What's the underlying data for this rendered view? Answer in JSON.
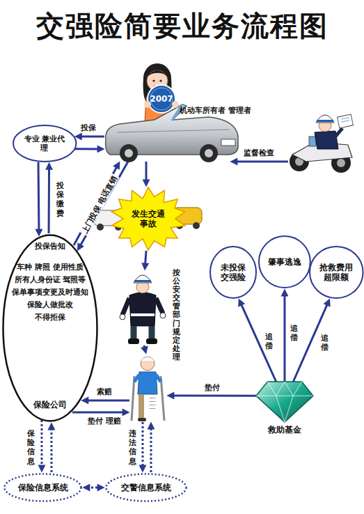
{
  "diagram": {
    "title": "交强险简要业务流程图",
    "nodes": [
      {
        "text": [
          "机动车所有者 管理者"
        ]
      },
      {
        "text": [
          "专业 兼业代理"
        ]
      },
      {
        "text": []
      },
      {
        "text": [
          "发生交通事故"
        ]
      },
      {
        "text": [
          "投保告知",
          "车种 牌照 使用性质",
          "所有人身份证 驾照等",
          "保单事项变更及时通知",
          "保险人做批改",
          "不得拒保",
          "保险公司"
        ]
      },
      {
        "text": [
          "按公安交管部门规定处理"
        ]
      },
      {
        "text": [
          "未投保交强险"
        ]
      },
      {
        "text": [
          "肇事逃逸"
        ]
      },
      {
        "text": [
          "抢救费用超限额"
        ]
      },
      {
        "text": []
      },
      {
        "text": [
          "救助基金"
        ]
      },
      {
        "text": [
          "保险信息系统"
        ]
      },
      {
        "text": [
          "交警信息系统"
        ]
      }
    ],
    "edges": [
      {
        "from": 0,
        "to": 1,
        "label": "投保",
        "arrow": "to"
      },
      {
        "from": 1,
        "to": 0,
        "arrow": "to"
      },
      {
        "from": 1,
        "to": 4,
        "label": "投保 缴费",
        "arrow": "to"
      },
      {
        "from": 4,
        "to": 1,
        "arrow": "to"
      },
      {
        "from": 4,
        "to": 0,
        "label": "上门投保 电话直销",
        "arrow": "to"
      },
      {
        "from": 0,
        "to": 4,
        "arrow": "to"
      },
      {
        "from": 2,
        "to": 0,
        "label": "监督检查",
        "arrow": "to"
      },
      {
        "from": 0,
        "to": 3,
        "arrow": "to"
      },
      {
        "from": 3,
        "to": 5,
        "arrow": "to"
      },
      {
        "from": 5,
        "to": 9,
        "arrow": "to"
      },
      {
        "from": 9,
        "to": 4,
        "label": "索赔",
        "arrow": "to"
      },
      {
        "from": 4,
        "to": 9,
        "label": "垫付 理赔",
        "arrow": "to"
      },
      {
        "from": 10,
        "to": 9,
        "label": "垫付",
        "arrow": "to"
      },
      {
        "from": 10,
        "to": 6,
        "label": "追偿",
        "arrow": "to"
      },
      {
        "from": 10,
        "to": 7,
        "label": "追偿",
        "arrow": "to"
      },
      {
        "from": 10,
        "to": 8,
        "label": "追偿",
        "arrow": "to"
      },
      {
        "from": 4,
        "to": 11,
        "label": "保险信息",
        "arrow": "to"
      },
      {
        "from": 11,
        "to": 4,
        "arrow": "to"
      },
      {
        "from": 9,
        "to": 12,
        "label": "违法信息",
        "arrow": "to"
      },
      {
        "from": 12,
        "to": 9,
        "arrow": "to"
      },
      {
        "from": 11,
        "to": 12,
        "arrow": "both"
      }
    ],
    "labels": [
      "2007"
    ]
  }
}
